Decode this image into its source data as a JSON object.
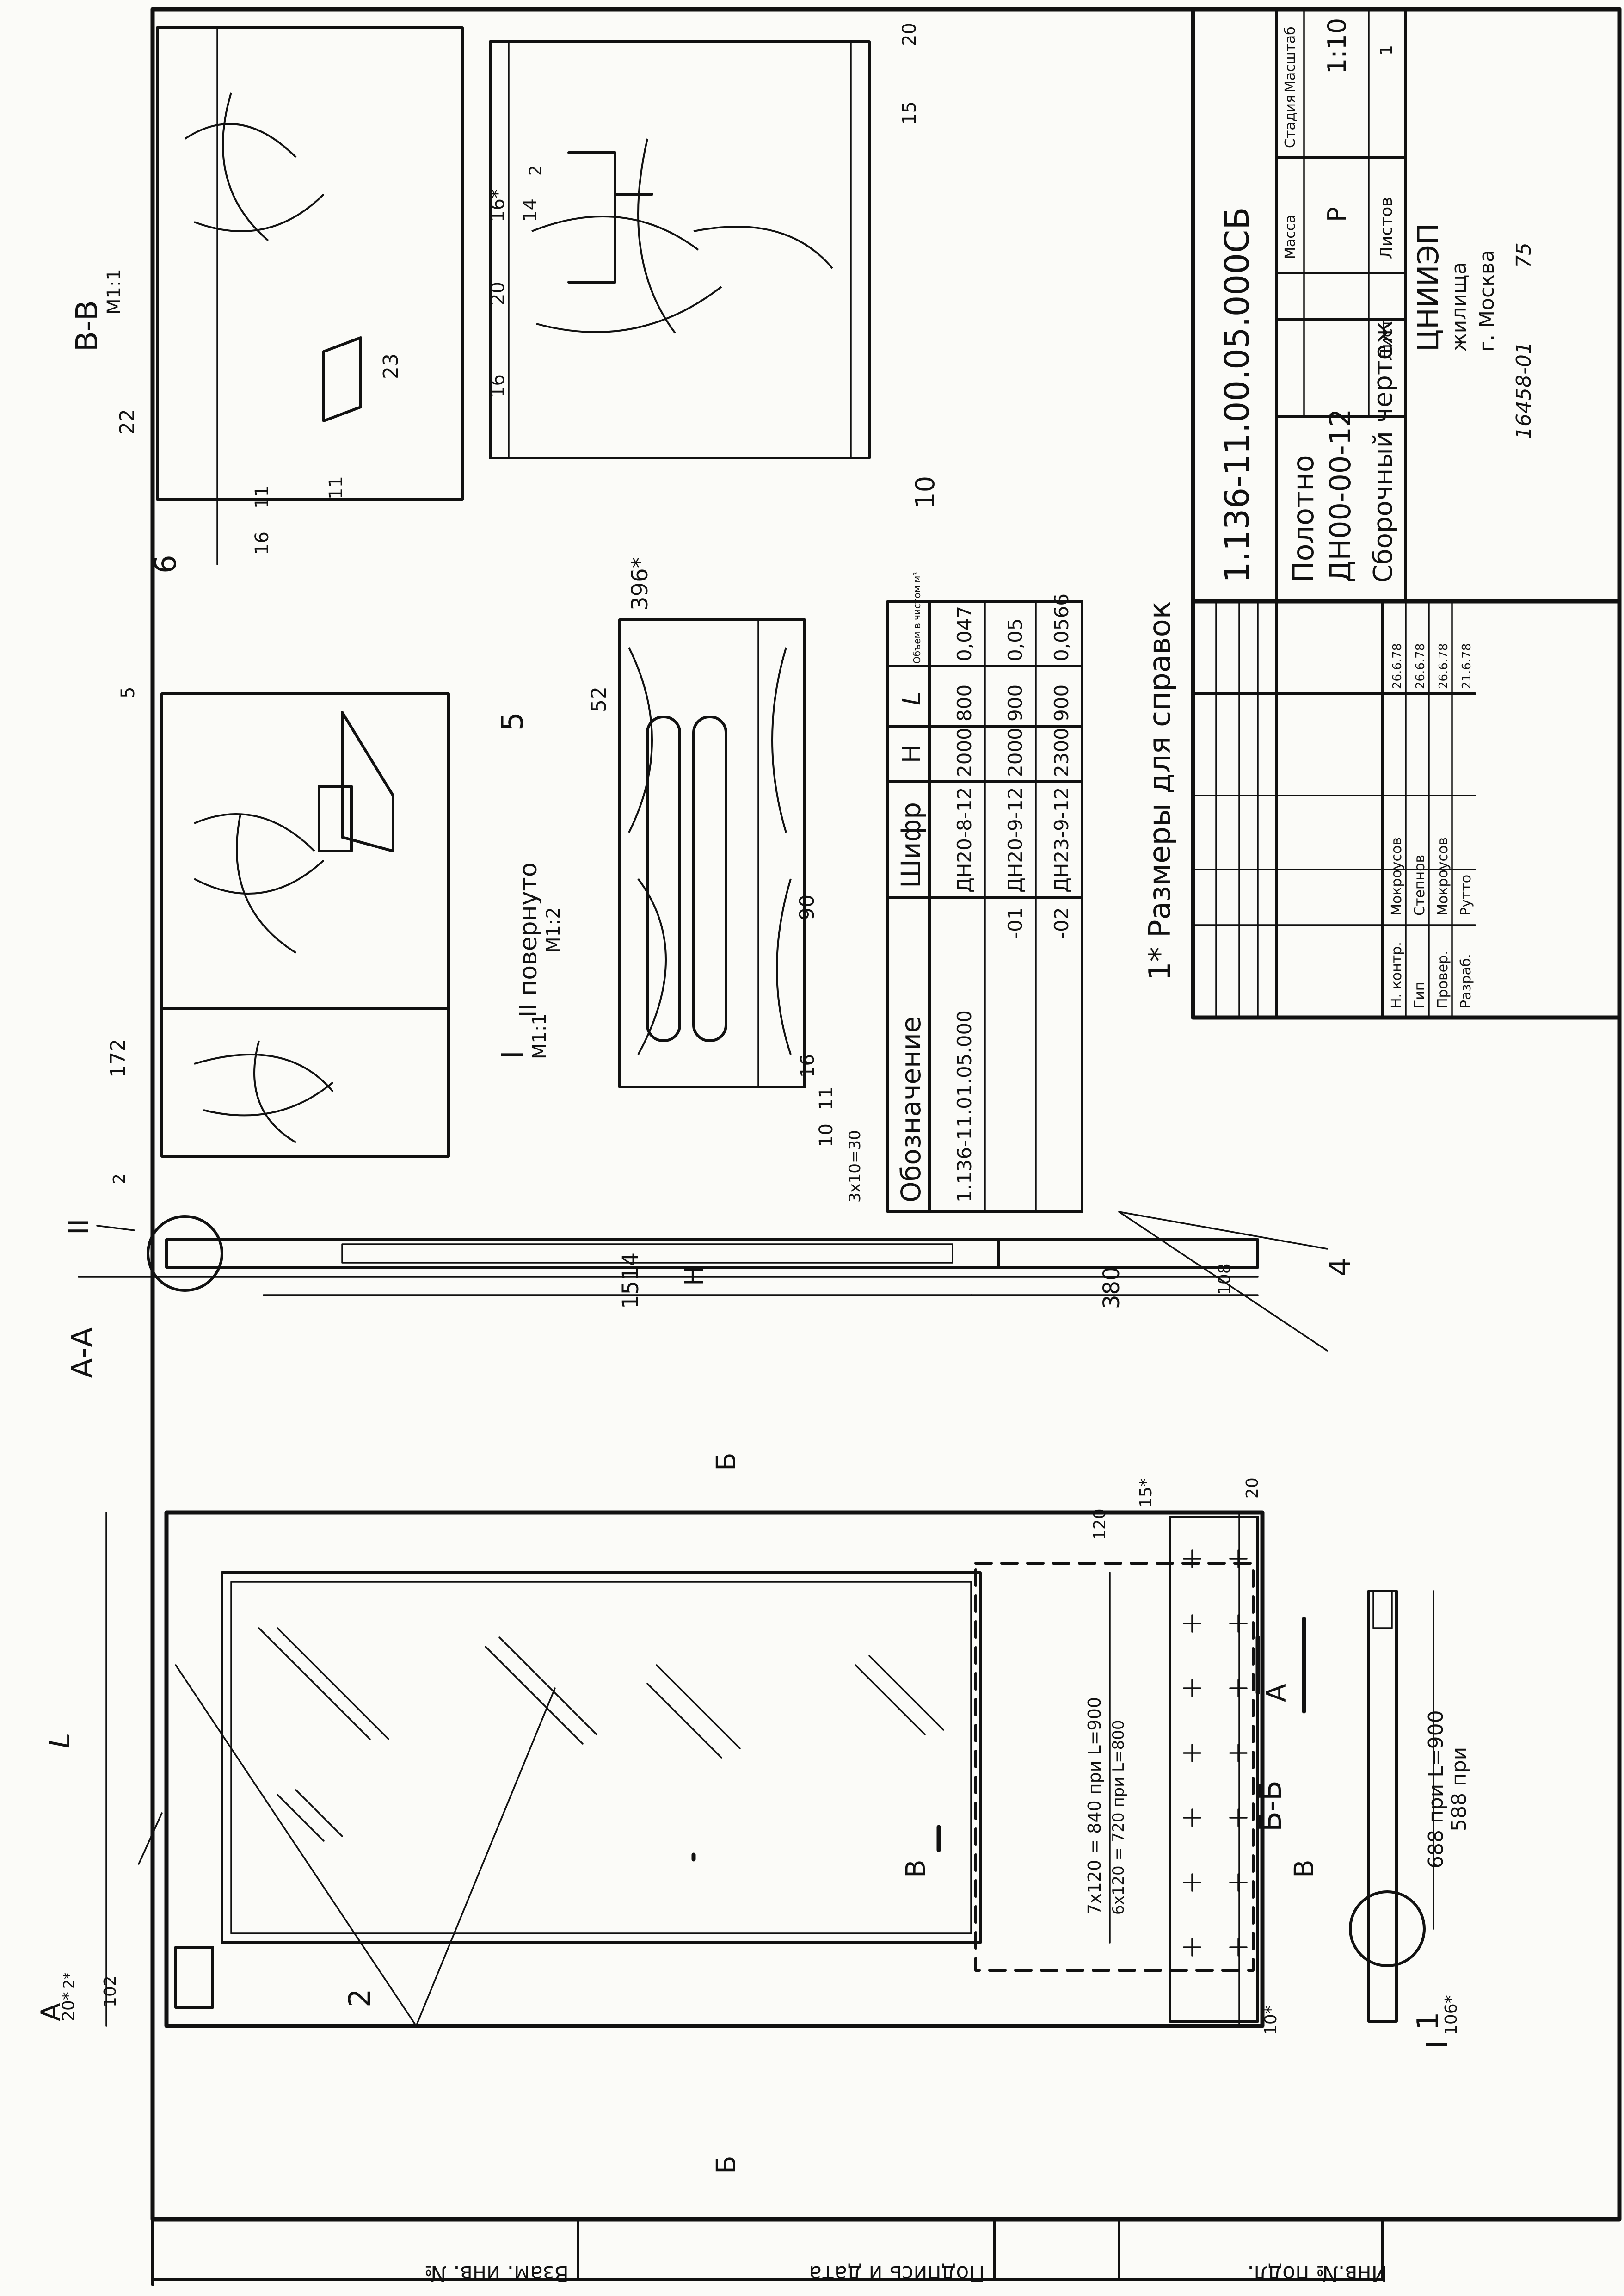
{
  "designation": "1.136-11.00.05.000СБ",
  "title_block": {
    "name_line1": "Полотно",
    "name_line2": "ДН00-00-12",
    "name_line3": "Сборочный чертеж",
    "col_stage": "Стадия",
    "col_mass": "Масса",
    "col_scale": "Масштаб",
    "stage": "Р",
    "scale": "1:10",
    "sheet_label": "Лист",
    "sheets_label": "Листов",
    "sheets": "1",
    "org_line1": "ЦНИИЭП",
    "org_line2": "жилища",
    "org_line3": "г. Москва",
    "roles": [
      {
        "role": "Н. контр.",
        "name": "Мокроусов",
        "date": "26.6.78"
      },
      {
        "role": "Гип",
        "name": "Степнов",
        "date": "26.6.78"
      },
      {
        "role": "Провер.",
        "name": "Мокроусов",
        "date": "26.6.78"
      },
      {
        "role": "Разраб.",
        "name": "Рутто",
        "date": "21.6.78"
      }
    ],
    "stamp_number": "16458-01",
    "page_number": "75"
  },
  "spec_table": {
    "headers": [
      "Обозначение",
      "Шифр",
      "H",
      "L",
      "Объем в чистом м³"
    ],
    "rows": [
      [
        "1.136-11.01.05.000",
        "ДН20-8-12",
        "2000",
        "800",
        "0,047"
      ],
      [
        "-01",
        "ДН20-9-12",
        "2000",
        "900",
        "0,05"
      ],
      [
        "-02",
        "ДН23-9-12",
        "2300",
        "900",
        "0,0566"
      ]
    ]
  },
  "footnote": "1* Размеры для справок",
  "side_strip": [
    "Инв.№ подл.",
    "Подпись и дата",
    "Взам. инв. №"
  ],
  "views": {
    "front_dims": {
      "L": "L",
      "d102": "102",
      "d20": "20*",
      "d2": "2*",
      "d10": "10*",
      "d106": "106*",
      "d15": "15*",
      "d20b": "20",
      "d120": "120",
      "spacing1": "7x120 = 840 при L=900",
      "spacing2": "6x120 = 720 при L=800",
      "cut_A": "А",
      "cut_A2": "А",
      "cut_B": "Б",
      "cut_B2": "Б",
      "cut_V": "В",
      "cut_V2": "В",
      "callout_1": "1",
      "callout_2": "2"
    },
    "section_aa": {
      "label": "А-А",
      "dim_H": "H",
      "dim_1514": "1514",
      "dim_380": "380",
      "dim_108": "108",
      "callout_4": "4",
      "detail_II": "II"
    },
    "section_bb": {
      "label": "Б-Б",
      "dim_688": "688 при L=900",
      "dim_588": "588 при",
      "detail_I": "I"
    },
    "detail_I": {
      "label": "I",
      "scale": "М1:1",
      "dim_172": "172",
      "dim_2": "2",
      "dim_5": "5",
      "callout_5": "5"
    },
    "detail_II": {
      "label": "II повернуто",
      "scale": "М1:2",
      "dim_52": "52",
      "dim_90": "90",
      "dim_16": "16",
      "dim_10": "10",
      "dim_11": "11",
      "dim_3x10": "3x10=30"
    },
    "section_vv": {
      "label": "В-В",
      "scale": "М1:1",
      "dim_22": "22",
      "dim_23": "23",
      "dim_11": "11",
      "dim_16": "16",
      "dim_11b": "11",
      "dim_396": "396*",
      "dim_16s": "16*",
      "dim_2": "2",
      "dim_14": "14",
      "dim_20": "20",
      "dim_16c": "16",
      "dim_15": "15",
      "dim_20b": "20",
      "callout_6": "6",
      "callout_10": "10"
    }
  }
}
